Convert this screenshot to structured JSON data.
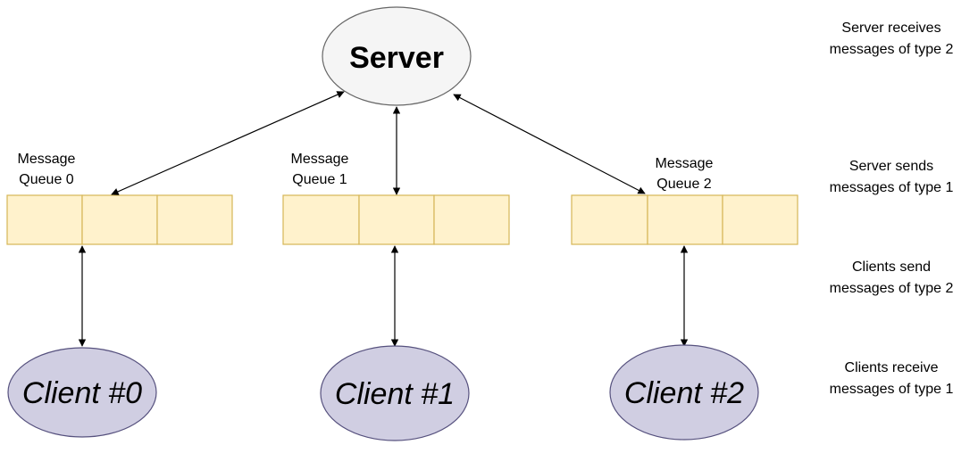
{
  "server": {
    "label": "Server"
  },
  "queues": [
    {
      "label_line1": "Message",
      "label_line2": "Queue 0"
    },
    {
      "label_line1": "Message",
      "label_line2": "Queue 1"
    },
    {
      "label_line1": "Message",
      "label_line2": "Queue 2"
    }
  ],
  "clients": [
    {
      "label": "Client #0"
    },
    {
      "label": "Client #1"
    },
    {
      "label": "Client #2"
    }
  ],
  "notes": [
    {
      "line1": "Server receives",
      "line2": "messages of type 2"
    },
    {
      "line1": "Server sends",
      "line2": "messages of type 1"
    },
    {
      "line1": "Clients send",
      "line2": "messages of type 2"
    },
    {
      "line1": "Clients receive",
      "line2": "messages of type 1"
    }
  ],
  "colors": {
    "server_fill": "#f5f5f5",
    "server_stroke": "#666666",
    "queue_fill": "#fff2cc",
    "queue_stroke": "#d6b656",
    "client_fill": "#d0cee2",
    "client_stroke": "#56517e",
    "arrow": "#000000"
  }
}
